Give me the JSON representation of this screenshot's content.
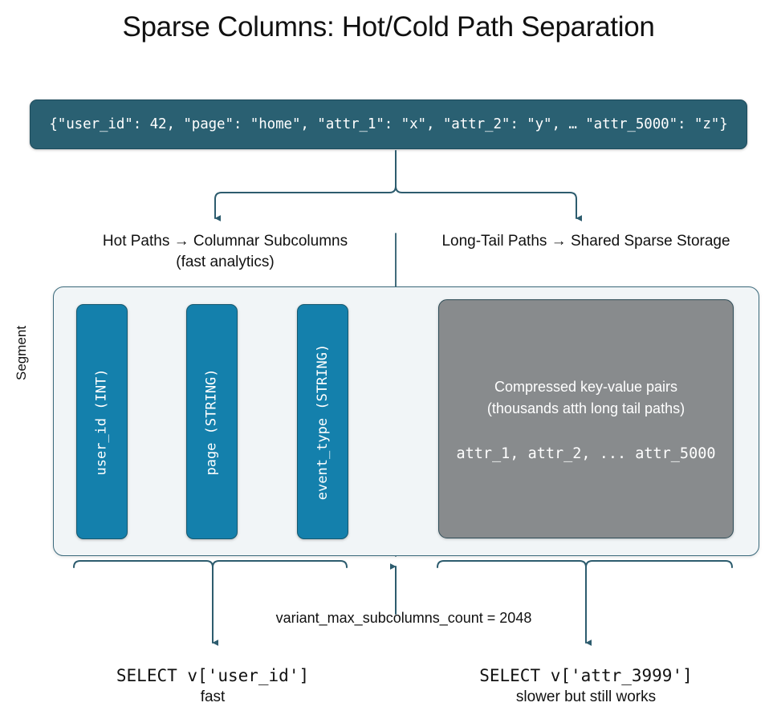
{
  "title": "Sparse Columns: Hot/Cold Path Separation",
  "colors": {
    "banner_fill": "#2a6072",
    "subcolumn_fill": "#1480ac",
    "sparse_fill": "#888b8d",
    "segment_fill": "#f1f5f7",
    "connector_stroke": "#2d5c6e"
  },
  "banner": {
    "json_text": "{\"user_id\": 42, \"page\": \"home\", \"attr_1\": \"x\", \"attr_2\": \"y\", … \"attr_5000\": \"z\"}"
  },
  "branches": {
    "left": {
      "line1": "Hot Paths → Columnar Subcolumns",
      "line2": "(fast analytics)"
    },
    "right": {
      "line1": "Long-Tail Paths → Shared Sparse Storage"
    }
  },
  "segment": {
    "label": "Segment",
    "subcolumns": [
      {
        "label": "user_id (INT)"
      },
      {
        "label": "page (STRING)"
      },
      {
        "label": "event_type (STRING)"
      }
    ],
    "sparse_storage": {
      "line1": "Compressed key-value pairs",
      "line2": "(thousands atth long tail paths)",
      "attrs": "attr_1, attr_2, ... attr_5000"
    }
  },
  "param_caption": "variant_max_subcolumns_count = 2048",
  "queries": {
    "left": {
      "sql": "SELECT v['user_id']",
      "note": "fast"
    },
    "right": {
      "sql": "SELECT v['attr_3999']",
      "note": "slower but still works"
    }
  }
}
